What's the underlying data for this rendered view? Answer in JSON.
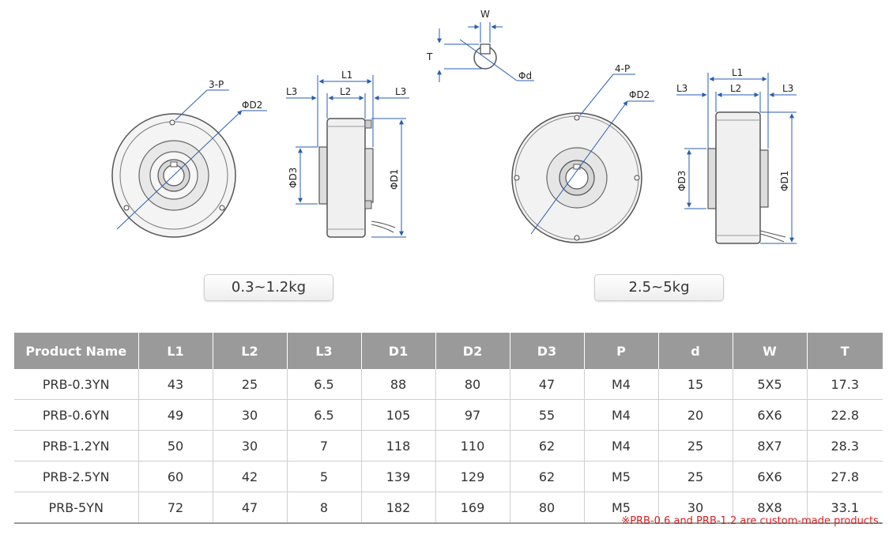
{
  "drawings": {
    "top_keyway": {
      "w_label": "W",
      "t_label": "T",
      "d_label": "Φd"
    },
    "small_front": {
      "p_label": "3-P",
      "d2_label": "ΦD2"
    },
    "small_side": {
      "l1_label": "L1",
      "l2_label": "L2",
      "l3_left_label": "L3",
      "l3_right_label": "L3",
      "d3_label": "ΦD3",
      "d1_label": "ΦD1"
    },
    "large_front": {
      "p_label": "4-P",
      "d2_label": "ΦD2"
    },
    "large_side": {
      "l1_label": "L1",
      "l2_label": "L2",
      "l3_left_label": "L3",
      "l3_right_label": "L3",
      "d3_label": "ΦD3",
      "d1_label": "ΦD1"
    }
  },
  "weight_labels": {
    "small": "0.3~1.2kg",
    "large": "2.5~5kg"
  },
  "table": {
    "headers": [
      "Product Name",
      "L1",
      "L2",
      "L3",
      "D1",
      "D2",
      "D3",
      "P",
      "d",
      "W",
      "T"
    ],
    "rows": [
      [
        "PRB-0.3YN",
        "43",
        "25",
        "6.5",
        "88",
        "80",
        "47",
        "M4",
        "15",
        "5X5",
        "17.3"
      ],
      [
        "PRB-0.6YN",
        "49",
        "30",
        "6.5",
        "105",
        "97",
        "55",
        "M4",
        "20",
        "6X6",
        "22.8"
      ],
      [
        "PRB-1.2YN",
        "50",
        "30",
        "7",
        "118",
        "110",
        "62",
        "M4",
        "25",
        "8X7",
        "28.3"
      ],
      [
        "PRB-2.5YN",
        "60",
        "42",
        "5",
        "139",
        "129",
        "62",
        "M5",
        "25",
        "6X6",
        "27.8"
      ],
      [
        "PRB-5YN",
        "72",
        "47",
        "8",
        "182",
        "169",
        "80",
        "M5",
        "30",
        "8X8",
        "33.1"
      ]
    ]
  },
  "note": "※PRB-0.6 and PRB-1.2 are custom-made products."
}
